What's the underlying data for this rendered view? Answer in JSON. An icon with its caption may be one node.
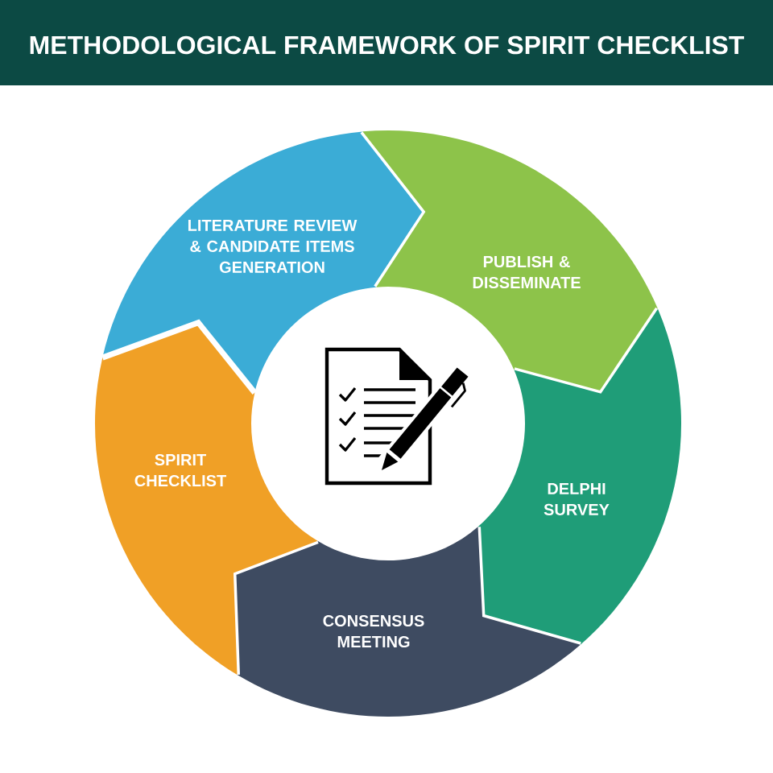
{
  "diagram": {
    "title": "METHODOLOGICAL FRAMEWORK OF SPIRIT CHECKLIST",
    "nodes": [
      {
        "text": [
          "LITERATURE REVIEW & CANDIDATE ITEMS GENERATION"
        ]
      },
      {
        "text": [
          "PUBLISH & DISSEMINATE"
        ]
      },
      {
        "text": [
          "DELPHI SURVEY"
        ]
      },
      {
        "text": [
          "CONSENSUS MEETING"
        ]
      },
      {
        "text": [
          "SPIRIT CHECKLIST"
        ]
      }
    ]
  }
}
